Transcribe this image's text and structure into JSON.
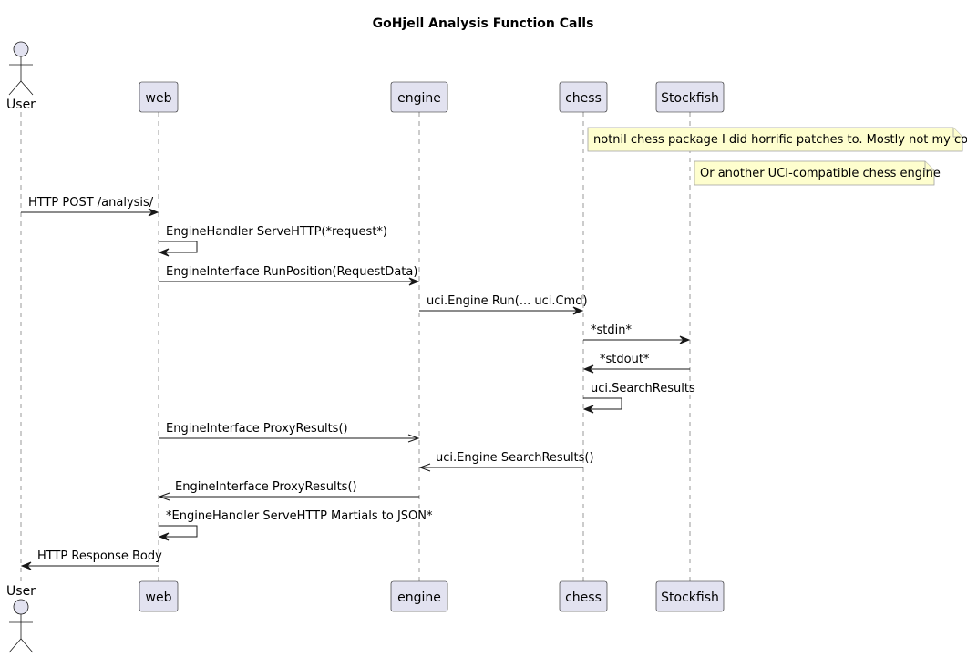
{
  "title": "GoHjell Analysis Function Calls",
  "participants": [
    {
      "id": "user",
      "label": "User",
      "kind": "actor"
    },
    {
      "id": "web",
      "label": "web",
      "kind": "participant"
    },
    {
      "id": "engine",
      "label": "engine",
      "kind": "participant"
    },
    {
      "id": "chess",
      "label": "chess",
      "kind": "participant"
    },
    {
      "id": "stockfish",
      "label": "Stockfish",
      "kind": "participant"
    }
  ],
  "notes": [
    {
      "over": "chess",
      "text": "notnil chess package I did horrific patches to. Mostly not my code"
    },
    {
      "over": "stockfish",
      "text": "Or another UCI-compatible chess engine"
    }
  ],
  "messages": [
    {
      "from": "user",
      "to": "web",
      "label": "HTTP POST /analysis/",
      "style": "solid"
    },
    {
      "from": "web",
      "to": "web",
      "label": "EngineHandler ServeHTTP(*request*)",
      "style": "solid"
    },
    {
      "from": "web",
      "to": "engine",
      "label": "EngineInterface RunPosition(RequestData)",
      "style": "solid"
    },
    {
      "from": "engine",
      "to": "chess",
      "label": "uci.Engine Run(... uci.Cmd)",
      "style": "solid"
    },
    {
      "from": "chess",
      "to": "stockfish",
      "label": "*stdin*",
      "style": "solid"
    },
    {
      "from": "stockfish",
      "to": "chess",
      "label": "*stdout*",
      "style": "solid"
    },
    {
      "from": "chess",
      "to": "chess",
      "label": "uci.SearchResults",
      "style": "solid"
    },
    {
      "from": "web",
      "to": "engine",
      "label": "EngineInterface ProxyResults()",
      "style": "open"
    },
    {
      "from": "chess",
      "to": "engine",
      "label": "uci.Engine SearchResults()",
      "style": "open"
    },
    {
      "from": "engine",
      "to": "web",
      "label": "EngineInterface ProxyResults()",
      "style": "open"
    },
    {
      "from": "web",
      "to": "web",
      "label": "*EngineHandler ServeHTTP Martials to JSON*",
      "style": "solid"
    },
    {
      "from": "web",
      "to": "user",
      "label": "HTTP Response Body",
      "style": "solid"
    }
  ]
}
